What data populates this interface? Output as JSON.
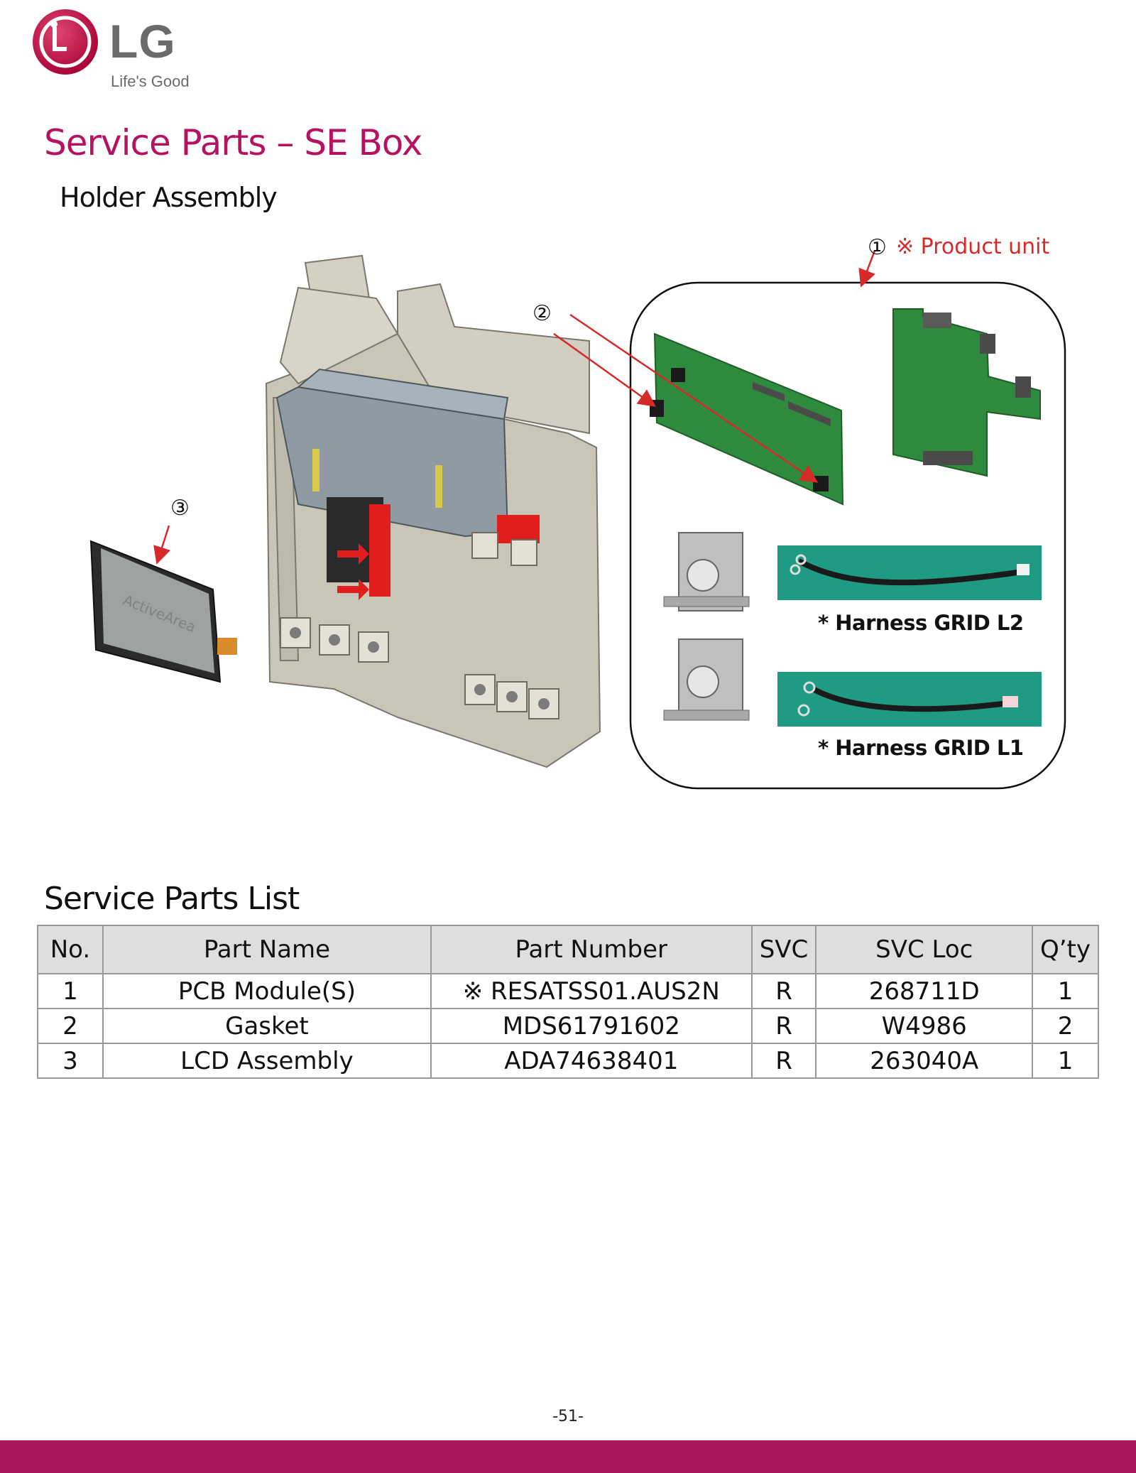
{
  "brand": {
    "logo_text": "LG",
    "tagline": "Life's Good",
    "logo_color": "#a50034"
  },
  "page": {
    "title": "Service Parts – SE Box",
    "subtitle": "Holder Assembly",
    "number": "-51-"
  },
  "diagram": {
    "callout_1": "①",
    "callout_1_note": "※ Product unit",
    "callout_2": "②",
    "callout_3": "③",
    "lcd_screen_text": "ActiveArea",
    "harness_l2": "* Harness GRID L2",
    "harness_l1": "* Harness GRID L1"
  },
  "parts_list": {
    "title": "Service Parts List",
    "headers": [
      "No.",
      "Part Name",
      "Part Number",
      "SVC",
      "SVC Loc",
      "Q’ty"
    ],
    "rows": [
      [
        "1",
        "PCB Module(S)",
        "※ RESATSS01.AUS2N",
        "R",
        "268711D",
        "1"
      ],
      [
        "2",
        "Gasket",
        "MDS61791602",
        "R",
        "W4986",
        "2"
      ],
      [
        "3",
        "LCD Assembly",
        "ADA74638401",
        "R",
        "263040A",
        "1"
      ]
    ]
  },
  "colors": {
    "title": "#b5125f",
    "accent_red": "#d62a2a",
    "footer": "#a91859",
    "pcb_green": "#2e8b3e"
  }
}
